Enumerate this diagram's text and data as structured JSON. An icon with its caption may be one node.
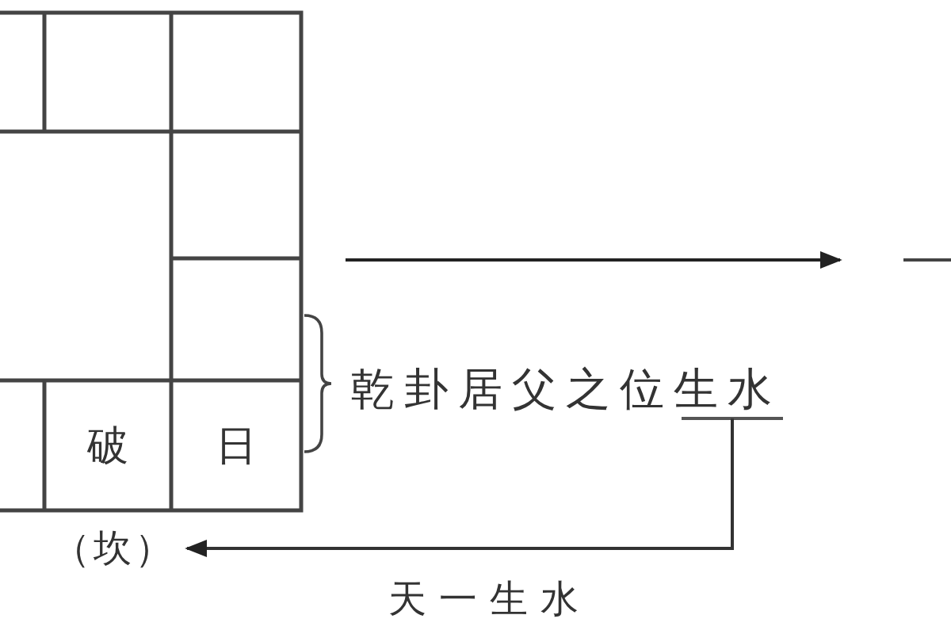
{
  "diagram": {
    "nodes": [
      {
        "text": [
          "破"
        ]
      },
      {
        "text": [
          "日"
        ]
      },
      {
        "text": [
          "乾卦居父之位生水"
        ]
      },
      {
        "text": [
          "（坎）"
        ]
      }
    ],
    "edges": [
      {
        "from": 2,
        "to": 3,
        "arrow": "to",
        "label": "天一生水"
      }
    ]
  }
}
